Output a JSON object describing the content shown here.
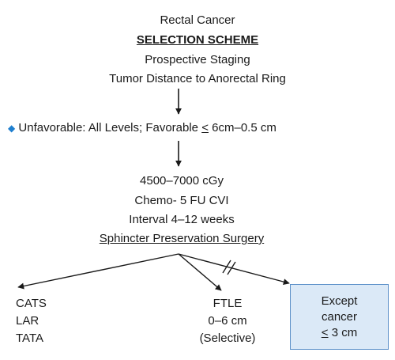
{
  "header": {
    "line1": "Rectal Cancer",
    "title": "SELECTION SCHEME",
    "line3": "Prospective Staging",
    "line4": "Tumor Distance to Anorectal Ring"
  },
  "criteria": {
    "bullet": "◆",
    "text_prefix": "Unfavorable: All Levels; Favorable ",
    "le_symbol": "<",
    "text_suffix": " 6cm–0.5 cm"
  },
  "treatment": {
    "dose": "4500–7000 cGy",
    "chemo": "Chemo- 5 FU CVI",
    "interval": "Interval 4–12 weeks",
    "surgery": "Sphincter Preservation Surgery"
  },
  "outcomes": {
    "left": [
      "CATS",
      "LAR",
      "TATA"
    ],
    "middle": [
      "FTLE",
      "0–6 cm",
      "(Selective)"
    ],
    "right_box": {
      "line1": "Except",
      "line2": "cancer",
      "le_symbol": "<",
      "line3_suffix": " 3 cm"
    }
  },
  "colors": {
    "box_fill": "#dbe9f7",
    "box_border": "#5a8fc8",
    "bullet": "#1e7fcf"
  }
}
